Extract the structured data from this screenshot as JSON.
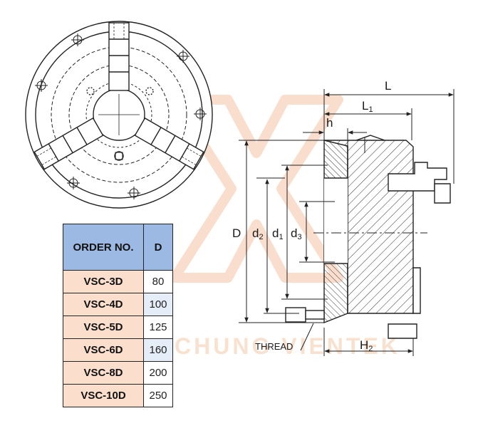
{
  "labels": {
    "L": "L",
    "L1": "L",
    "L1_sub": "1",
    "h": "h",
    "D": "D",
    "d2": "d",
    "d2_sub": "2",
    "d1": "d",
    "d1_sub": "1",
    "d3": "d",
    "d3_sub": "3",
    "H2": "H",
    "H2_sub": "2",
    "thread": "THREAD"
  },
  "watermark": "CHUNG VIENTEK",
  "table": {
    "headers": [
      "ORDER NO.",
      "D"
    ],
    "rows": [
      {
        "order_no": "VSC-3D",
        "d": "80"
      },
      {
        "order_no": "VSC-4D",
        "d": "100"
      },
      {
        "order_no": "VSC-5D",
        "d": "125"
      },
      {
        "order_no": "VSC-6D",
        "d": "160"
      },
      {
        "order_no": "VSC-8D",
        "d": "200"
      },
      {
        "order_no": "VSC-10D",
        "d": "250"
      }
    ]
  },
  "colors": {
    "header_bg": "#9cb9e3",
    "order_bg": "#fbdfcc",
    "alt_row_bg": "#e5edf8",
    "watermark": "#f4c9a8",
    "line": "#222222"
  }
}
